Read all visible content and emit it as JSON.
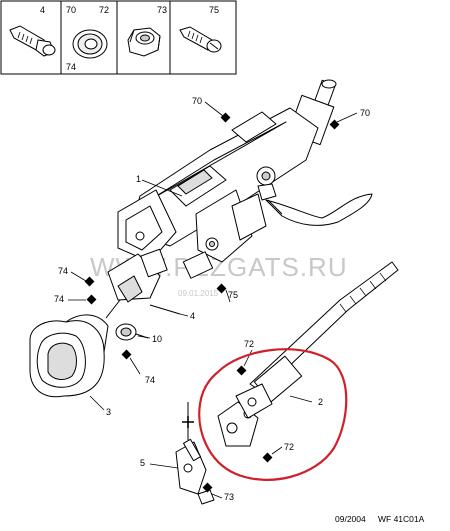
{
  "parts_strip": [
    {
      "ref": "4",
      "icon": "bolt-icon"
    },
    {
      "ref": "70",
      "icon": "washer-icon"
    },
    {
      "ref": "72",
      "icon": "washer-icon"
    },
    {
      "ref": "74",
      "icon": "washer-icon"
    },
    {
      "ref": "73",
      "icon": "nut-icon"
    },
    {
      "ref": "75",
      "icon": "screw-icon"
    }
  ],
  "callouts": {
    "c70_top": "70",
    "c70_right": "70",
    "c1": "1",
    "c74_a": "74",
    "c74_b": "74",
    "c75": "75",
    "c4": "4",
    "c10": "10",
    "c74_c": "74",
    "c3": "3",
    "c72_a": "72",
    "c2": "2",
    "c72_b": "72",
    "c5": "5",
    "c73": "73"
  },
  "watermark": {
    "main": "WWW.PEZGATS.RU",
    "sub": "09.01.2015"
  },
  "footer": {
    "date": "09/2004",
    "code": "WF 41C01A"
  },
  "colors": {
    "highlight_circle": "#d0202a",
    "watermark": "#c8c8c8",
    "ink": "#000000"
  }
}
